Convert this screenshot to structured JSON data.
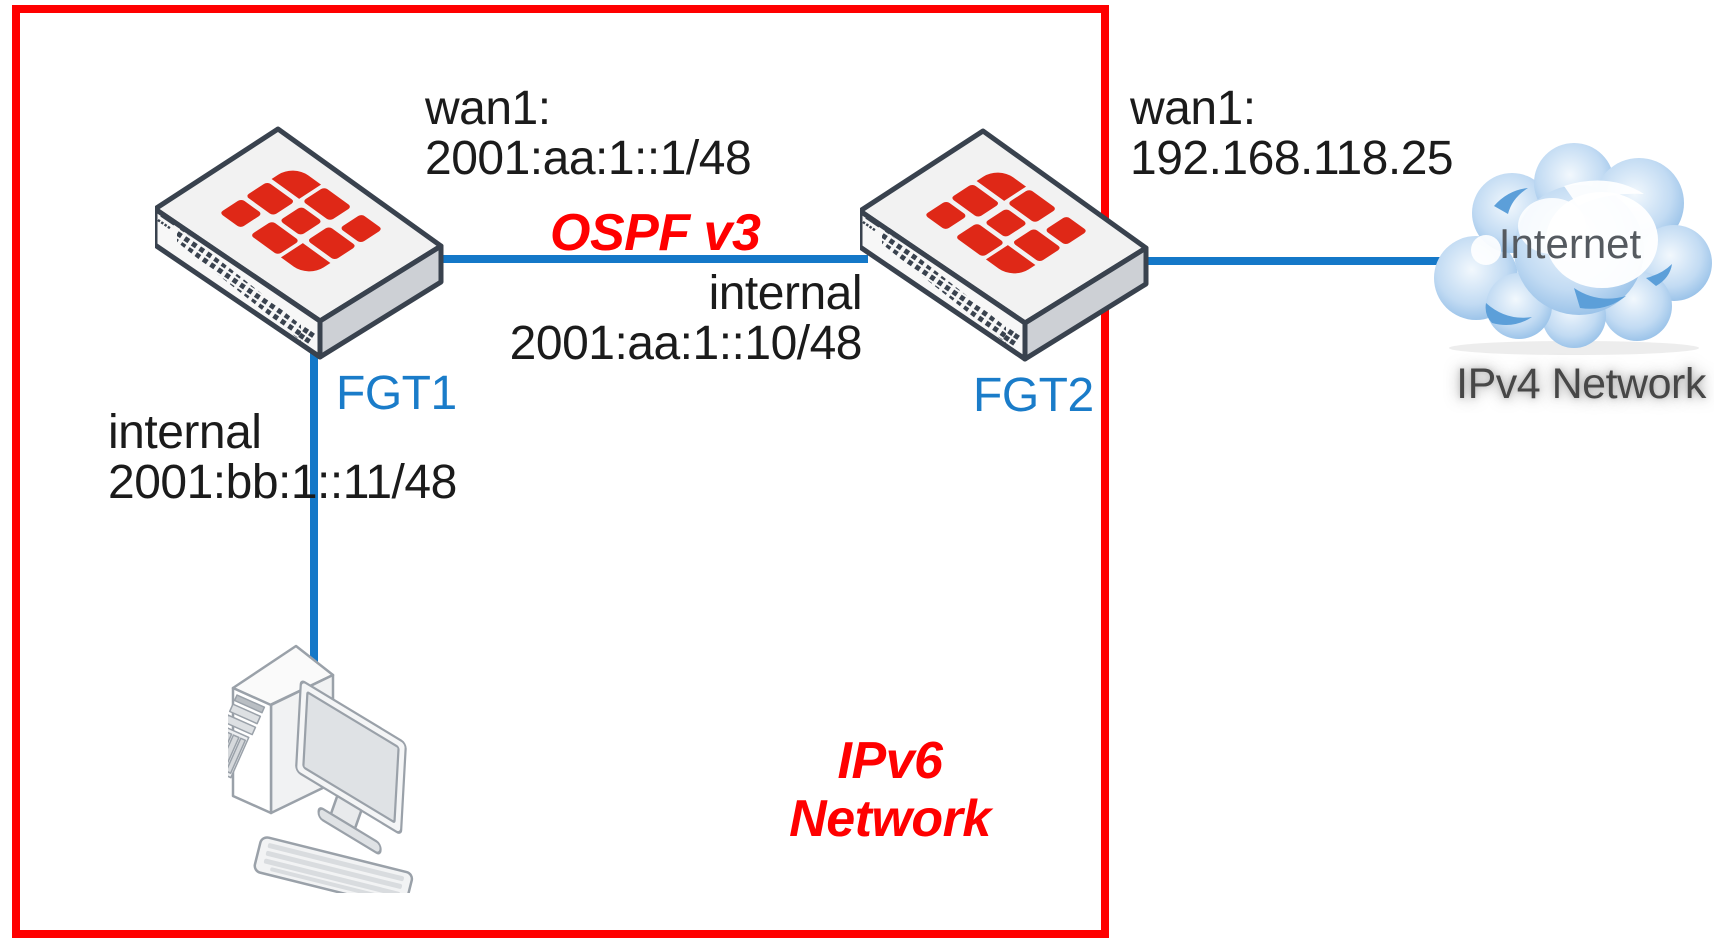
{
  "zones": {
    "ipv6": {
      "line1": "IPv6",
      "line2": "Network"
    },
    "ipv4": {
      "label": "IPv4 Network"
    }
  },
  "routing": {
    "protocol_label": "OSPF v3"
  },
  "nodes": {
    "fgt1": {
      "name": "FGT1",
      "icon": "fortigate-appliance"
    },
    "fgt2": {
      "name": "FGT2",
      "icon": "fortigate-appliance"
    },
    "computer": {
      "icon": "desktop-computer"
    },
    "internet": {
      "label": "Internet",
      "icon": "internet-cloud"
    }
  },
  "interfaces": {
    "fgt1_wan1": {
      "line1": "wan1:",
      "line2": "2001:aa:1::1/48"
    },
    "fgt1_internal": {
      "line1": "internal",
      "line2": "2001:bb:1::11/48"
    },
    "fgt2_internal": {
      "line1": "internal",
      "line2": "2001:aa:1::10/48"
    },
    "fgt2_wan1": {
      "line1": "wan1:",
      "line2": "192.168.118.25"
    }
  },
  "colors": {
    "boundary_red": "#FF0000",
    "link_blue": "#1478C8",
    "device_label_blue": "#1A7CC9",
    "logo_red": "#DF2817",
    "device_outline": "#39424E",
    "text_dark": "#1B1B1B",
    "internet_text": "#555A60",
    "ipv4_text": "#474747",
    "cloud_blue": "#7FB2E2",
    "cloud_accent": "#5C9FD9"
  }
}
